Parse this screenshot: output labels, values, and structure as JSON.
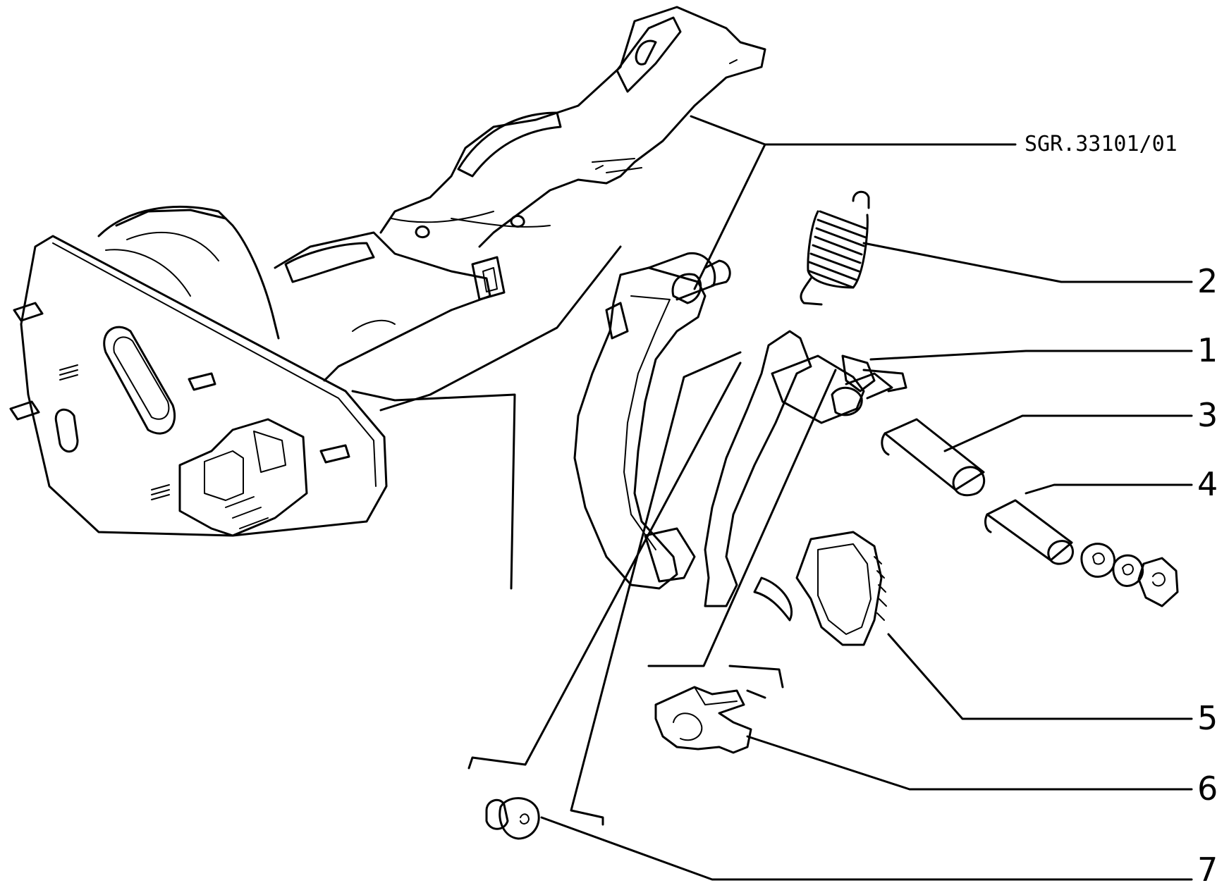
{
  "drawing_ref": "SGR.33101/01",
  "callouts": [
    {
      "id": "c2",
      "label": "2"
    },
    {
      "id": "c1",
      "label": "1"
    },
    {
      "id": "c3",
      "label": "3"
    },
    {
      "id": "c4",
      "label": "4"
    },
    {
      "id": "c5",
      "label": "5"
    },
    {
      "id": "c6",
      "label": "6"
    },
    {
      "id": "c7",
      "label": "7"
    }
  ],
  "colors": {
    "ink": "#000000",
    "paper": "#ffffff"
  }
}
